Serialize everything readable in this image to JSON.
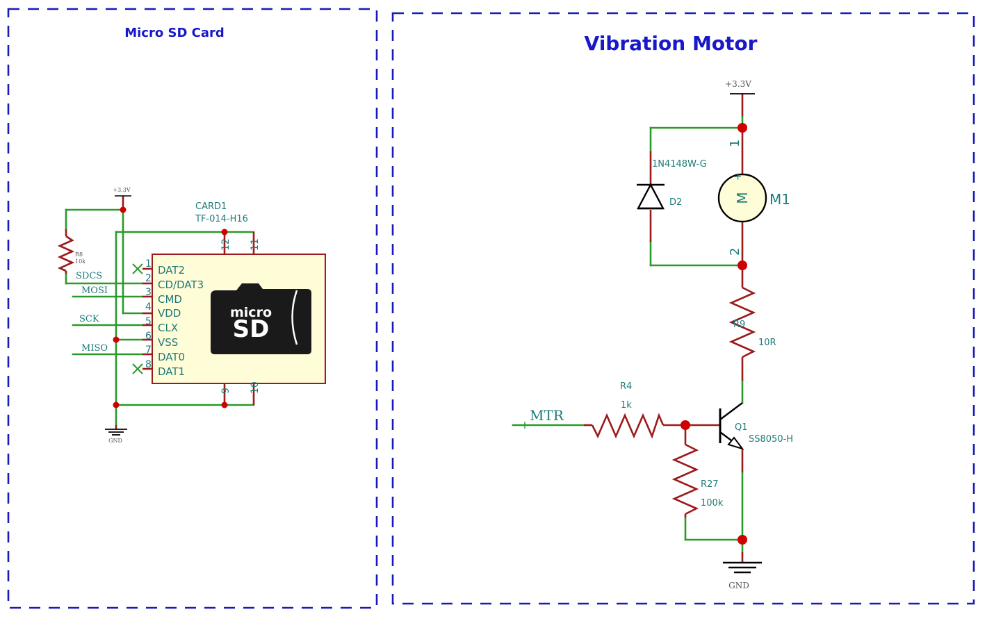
{
  "sections": {
    "sd": {
      "title": "Micro SD Card"
    },
    "motor": {
      "title": "Vibration Motor"
    }
  },
  "sd": {
    "power_label": "+3.3V",
    "ground_label": "GND",
    "resistor": {
      "ref": "R8",
      "value": "10k"
    },
    "card": {
      "ref": "CARD1",
      "part": "TF-014-H16",
      "logo_line1": "micro",
      "logo_line2": "SD"
    },
    "left_pins": [
      {
        "num": "1",
        "name": "DAT2"
      },
      {
        "num": "2",
        "name": "CD/DAT3"
      },
      {
        "num": "3",
        "name": "CMD"
      },
      {
        "num": "4",
        "name": "VDD"
      },
      {
        "num": "5",
        "name": "CLX"
      },
      {
        "num": "6",
        "name": "VSS"
      },
      {
        "num": "7",
        "name": "DAT0"
      },
      {
        "num": "8",
        "name": "DAT1"
      }
    ],
    "top_pins": [
      "12",
      "11"
    ],
    "bottom_pins": [
      "9",
      "10"
    ],
    "nets": [
      "SDCS",
      "MOSI",
      "SCK",
      "MISO"
    ]
  },
  "motor": {
    "power_label": "+3.3V",
    "ground_label": "GND",
    "diode": {
      "part": "1N4148W-G",
      "ref": "D2"
    },
    "motor": {
      "ref": "M1",
      "symbol": "M",
      "pin1": "1",
      "pin2": "2",
      "plus": "+"
    },
    "r_series": {
      "ref": "R9",
      "value": "10R"
    },
    "r_base": {
      "ref": "R4",
      "value": "1k"
    },
    "r_pull": {
      "ref": "R27",
      "value": "100k"
    },
    "transistor": {
      "ref": "Q1",
      "part": "SS8050-H"
    },
    "net": "MTR"
  }
}
